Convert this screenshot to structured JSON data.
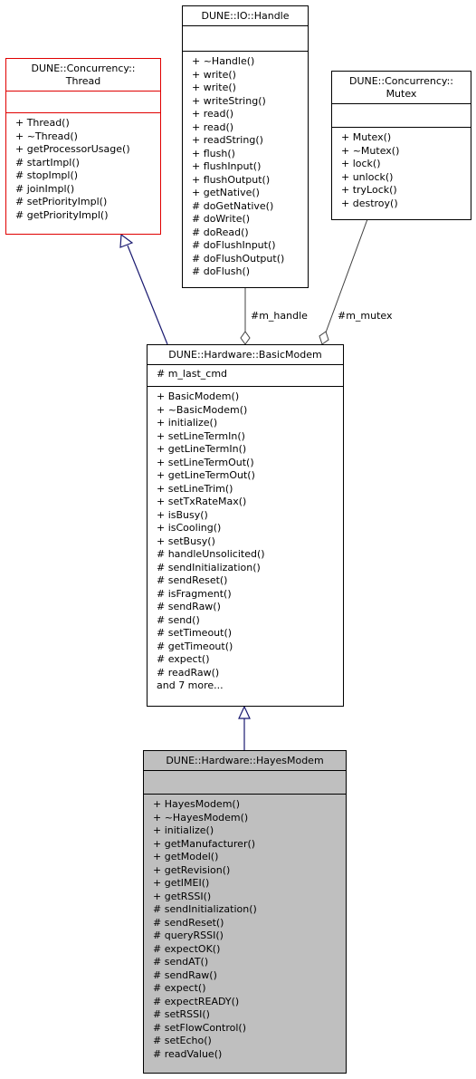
{
  "classes": {
    "thread": {
      "title_lines": [
        "DUNE::Concurrency::",
        "Thread"
      ],
      "attributes": [],
      "operations": [
        "+ Thread()",
        "+ ~Thread()",
        "+ getProcessorUsage()",
        "# startImpl()",
        "# stopImpl()",
        "# joinImpl()",
        "# setPriorityImpl()",
        "# getPriorityImpl()"
      ]
    },
    "handle": {
      "title_lines": [
        "DUNE::IO::Handle"
      ],
      "attributes": [],
      "operations": [
        "+ ~Handle()",
        "+ write()",
        "+ write()",
        "+ writeString()",
        "+ read()",
        "+ read()",
        "+ readString()",
        "+ flush()",
        "+ flushInput()",
        "+ flushOutput()",
        "+ getNative()",
        "# doGetNative()",
        "# doWrite()",
        "# doRead()",
        "# doFlushInput()",
        "# doFlushOutput()",
        "# doFlush()"
      ]
    },
    "mutex": {
      "title_lines": [
        "DUNE::Concurrency::",
        "Mutex"
      ],
      "attributes": [],
      "operations": [
        "+ Mutex()",
        "+ ~Mutex()",
        "+ lock()",
        "+ unlock()",
        "+ tryLock()",
        "+ destroy()"
      ]
    },
    "basic_modem": {
      "title_lines": [
        "DUNE::Hardware::BasicModem"
      ],
      "attributes": [
        "# m_last_cmd"
      ],
      "operations": [
        "+ BasicModem()",
        "+ ~BasicModem()",
        "+ initialize()",
        "+ setLineTermIn()",
        "+ getLineTermIn()",
        "+ setLineTermOut()",
        "+ getLineTermOut()",
        "+ setLineTrim()",
        "+ setTxRateMax()",
        "+ isBusy()",
        "+ isCooling()",
        "+ setBusy()",
        "# handleUnsolicited()",
        "# sendInitialization()",
        "# sendReset()",
        "# isFragment()",
        "# sendRaw()",
        "# send()",
        "# setTimeout()",
        "# getTimeout()",
        "# expect()",
        "# readRaw()",
        "and 7 more..."
      ]
    },
    "hayes_modem": {
      "title_lines": [
        "DUNE::Hardware::HayesModem"
      ],
      "attributes": [],
      "operations": [
        "+ HayesModem()",
        "+ ~HayesModem()",
        "+ initialize()",
        "+ getManufacturer()",
        "+ getModel()",
        "+ getRevision()",
        "+ getIMEI()",
        "+ getRSSI()",
        "# sendInitialization()",
        "# sendReset()",
        "# queryRSSI()",
        "# expectOK()",
        "# sendAT()",
        "# sendRaw()",
        "# expect()",
        "# expectREADY()",
        "# setRSSI()",
        "# setFlowControl()",
        "# setEcho()",
        "# readValue()"
      ]
    }
  },
  "relations": {
    "handle_label": "#m_handle",
    "mutex_label": "#m_mutex"
  },
  "colors": {
    "inheritance_edge": "#191970",
    "thread_border": "#e00000",
    "focus_fill": "#bfbfbf"
  }
}
